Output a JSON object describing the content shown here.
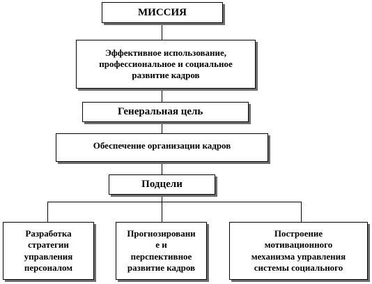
{
  "mission": {
    "label": "МИССИЯ"
  },
  "mission_text": {
    "lines": [
      "Эффективное использование,",
      "профессиональное и социальное",
      "развитие кадров"
    ]
  },
  "general_goal": {
    "label": "Генеральная цель"
  },
  "general_goal_text": {
    "label": "Обеспечение организации кадров"
  },
  "subgoals": {
    "label": "Подцели"
  },
  "subgoal_items": [
    {
      "lines": [
        "Разработка",
        "стратегии",
        "управления",
        "персоналом"
      ]
    },
    {
      "lines": [
        "Прогнозировани",
        "е и",
        "перспективное",
        "развитие кадров"
      ]
    },
    {
      "lines": [
        "Построение",
        "мотивационного",
        "механизма управления",
        "системы социального"
      ]
    }
  ]
}
